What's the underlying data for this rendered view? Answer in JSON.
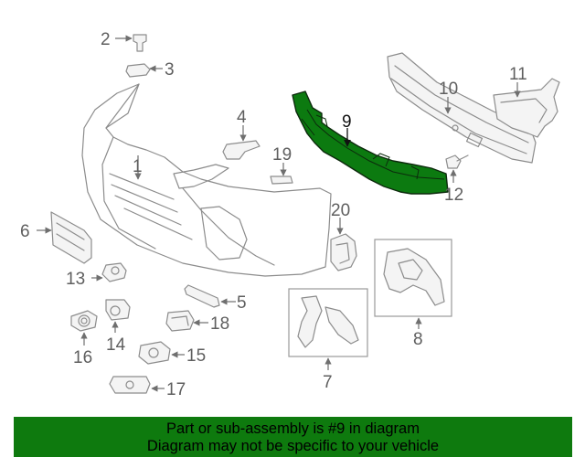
{
  "diagram": {
    "highlighted_part": "9",
    "callouts": [
      "1",
      "2",
      "3",
      "4",
      "5",
      "6",
      "7",
      "8",
      "9",
      "10",
      "11",
      "12",
      "13",
      "14",
      "15",
      "16",
      "17",
      "18",
      "19",
      "20"
    ]
  },
  "banner": {
    "line1": "Part or sub-assembly is #9 in diagram",
    "line2": "Diagram may not be specific to your vehicle",
    "color": "#0e7a0e"
  }
}
